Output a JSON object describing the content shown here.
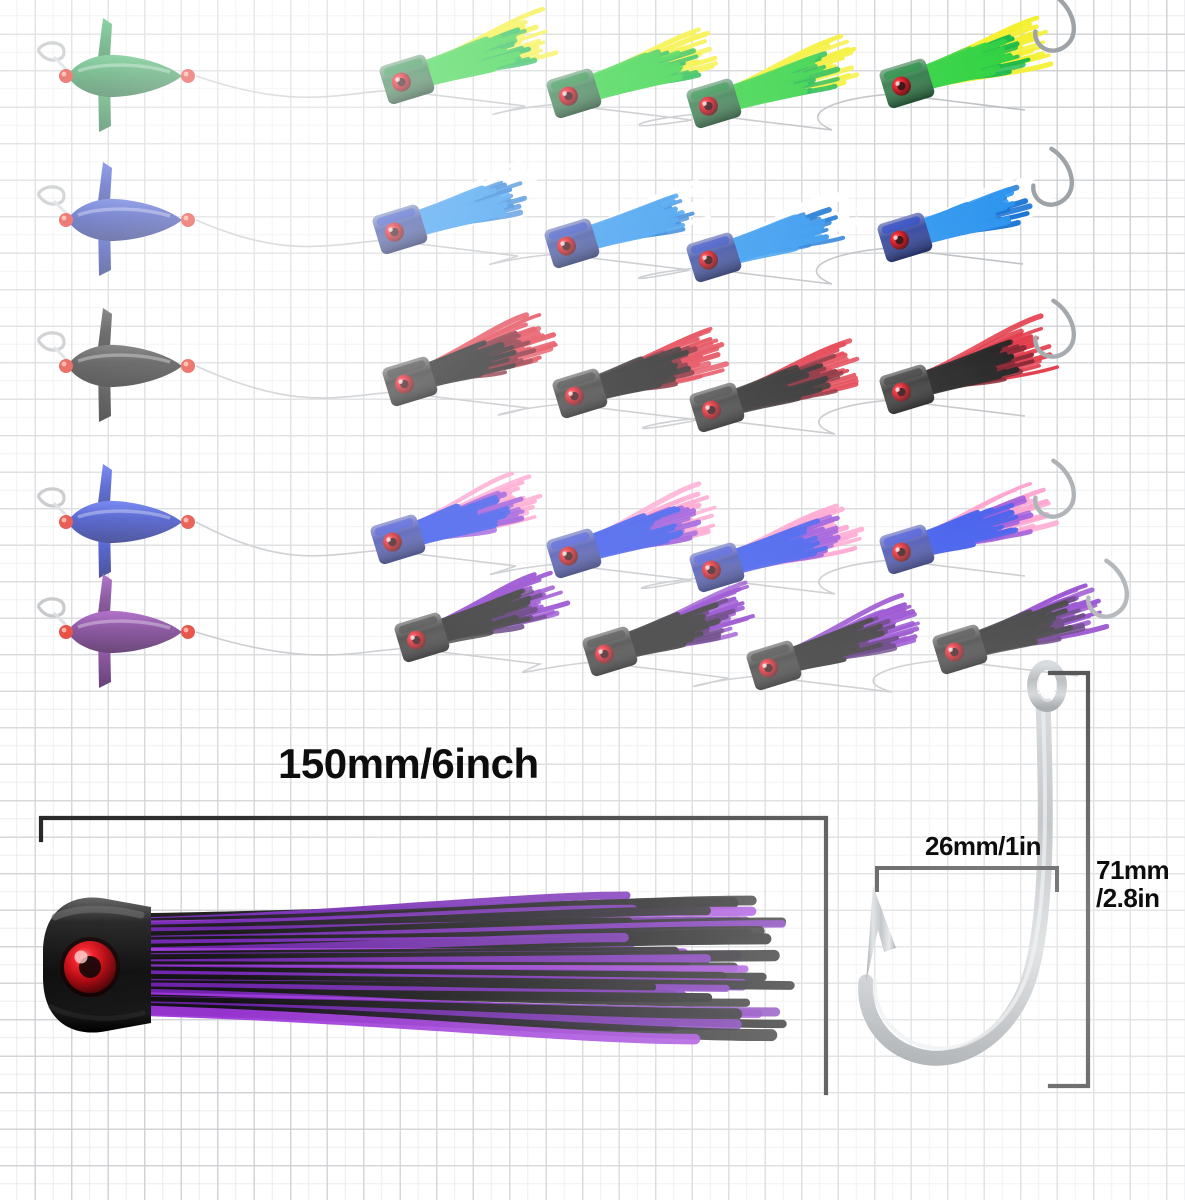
{
  "product": {
    "type": "fishing-tackle-product-photo",
    "description": "Trolling daisy chain bird teaser rigs with skirted lures on graph paper background",
    "background": "graph-paper-grid",
    "grid_color": "#cdcfd2"
  },
  "dimensions": {
    "lure_length": "150mm/6inch",
    "hook_gap": "26mm/1in",
    "hook_height": "71mm\n/2.8in",
    "hook_height_line1": "71mm",
    "hook_height_line2": "/2.8in"
  },
  "colors": {
    "bead": "#e02316",
    "eye_red": "#d80d16",
    "hook_silver": "#a9adb0",
    "mono_line": "#b9bcc0",
    "label_text": "#0d0d0d",
    "bracket": "#111111"
  },
  "rows": [
    {
      "name": "green-chartreuse-row",
      "teaser": {
        "name": "bird-teaser-green",
        "body_color": "#1c8b40",
        "body_hi": "#36b25d",
        "body_lo": "#0c5c28"
      },
      "skirt_primary": "#2fd13f",
      "skirt_secondary": "#f4ef2a",
      "skirt_tertiary": "#17b84a",
      "head_color": "#12662c",
      "head_hi": "#1d8b3c",
      "lure_count": 4,
      "has_trailing_hook": true
    },
    {
      "name": "blue-white-row",
      "teaser": {
        "name": "bird-teaser-blue",
        "body_color": "#1a2fab",
        "body_hi": "#3a54d8",
        "body_lo": "#0d1a6e"
      },
      "skirt_primary": "#2a93ee",
      "skirt_secondary": "#ffffff",
      "skirt_tertiary": "#1573d4",
      "head_color": "#12298f",
      "head_hi": "#2440c4",
      "lure_count": 4,
      "has_trailing_hook": true
    },
    {
      "name": "black-red-row",
      "teaser": {
        "name": "bird-teaser-black",
        "body_color": "#151515",
        "body_hi": "#3c3c3c",
        "body_lo": "#050505"
      },
      "skirt_primary": "#121212",
      "skirt_secondary": "#e02a3a",
      "skirt_tertiary": "#7a1220",
      "head_color": "#0b0b0b",
      "head_hi": "#2a2a2a",
      "lure_count": 4,
      "has_trailing_hook": true
    },
    {
      "name": "blue-pink-row",
      "teaser": {
        "name": "bird-teaser-royal-blue",
        "body_color": "#1b2fbd",
        "body_hi": "#3f58ee",
        "body_lo": "#0d1877"
      },
      "skirt_primary": "#2040e8",
      "skirt_secondary": "#ff92c6",
      "skirt_tertiary": "#8a3ad4",
      "head_color": "#14219b",
      "head_hi": "#2b3ed6",
      "lure_count": 4,
      "has_trailing_hook": true
    },
    {
      "name": "black-purple-row",
      "teaser": {
        "name": "bird-teaser-purple",
        "body_color": "#6b2a86",
        "body_hi": "#9a47bb",
        "body_lo": "#431555"
      },
      "skirt_primary": "#101010",
      "skirt_secondary": "#7d22c4",
      "skirt_tertiary": "#3d1060",
      "head_color": "#070707",
      "head_hi": "#262626",
      "lure_count": 4,
      "has_trailing_hook": true
    }
  ],
  "hero_lure": {
    "name": "black-purple-jet-head-lure",
    "head_color": "#0a0a0a",
    "head_highlight": "#3a3a3a",
    "eye_color": "#e0101c",
    "skirt_colors": [
      "#0c0c0c",
      "#6f1fb0",
      "#9b34d8"
    ],
    "length_label": "150mm/6inch"
  },
  "hero_hook": {
    "name": "j-hook",
    "finish": "stainless-silver",
    "gap_label": "26mm/1in",
    "height_label": "71mm/2.8in"
  }
}
